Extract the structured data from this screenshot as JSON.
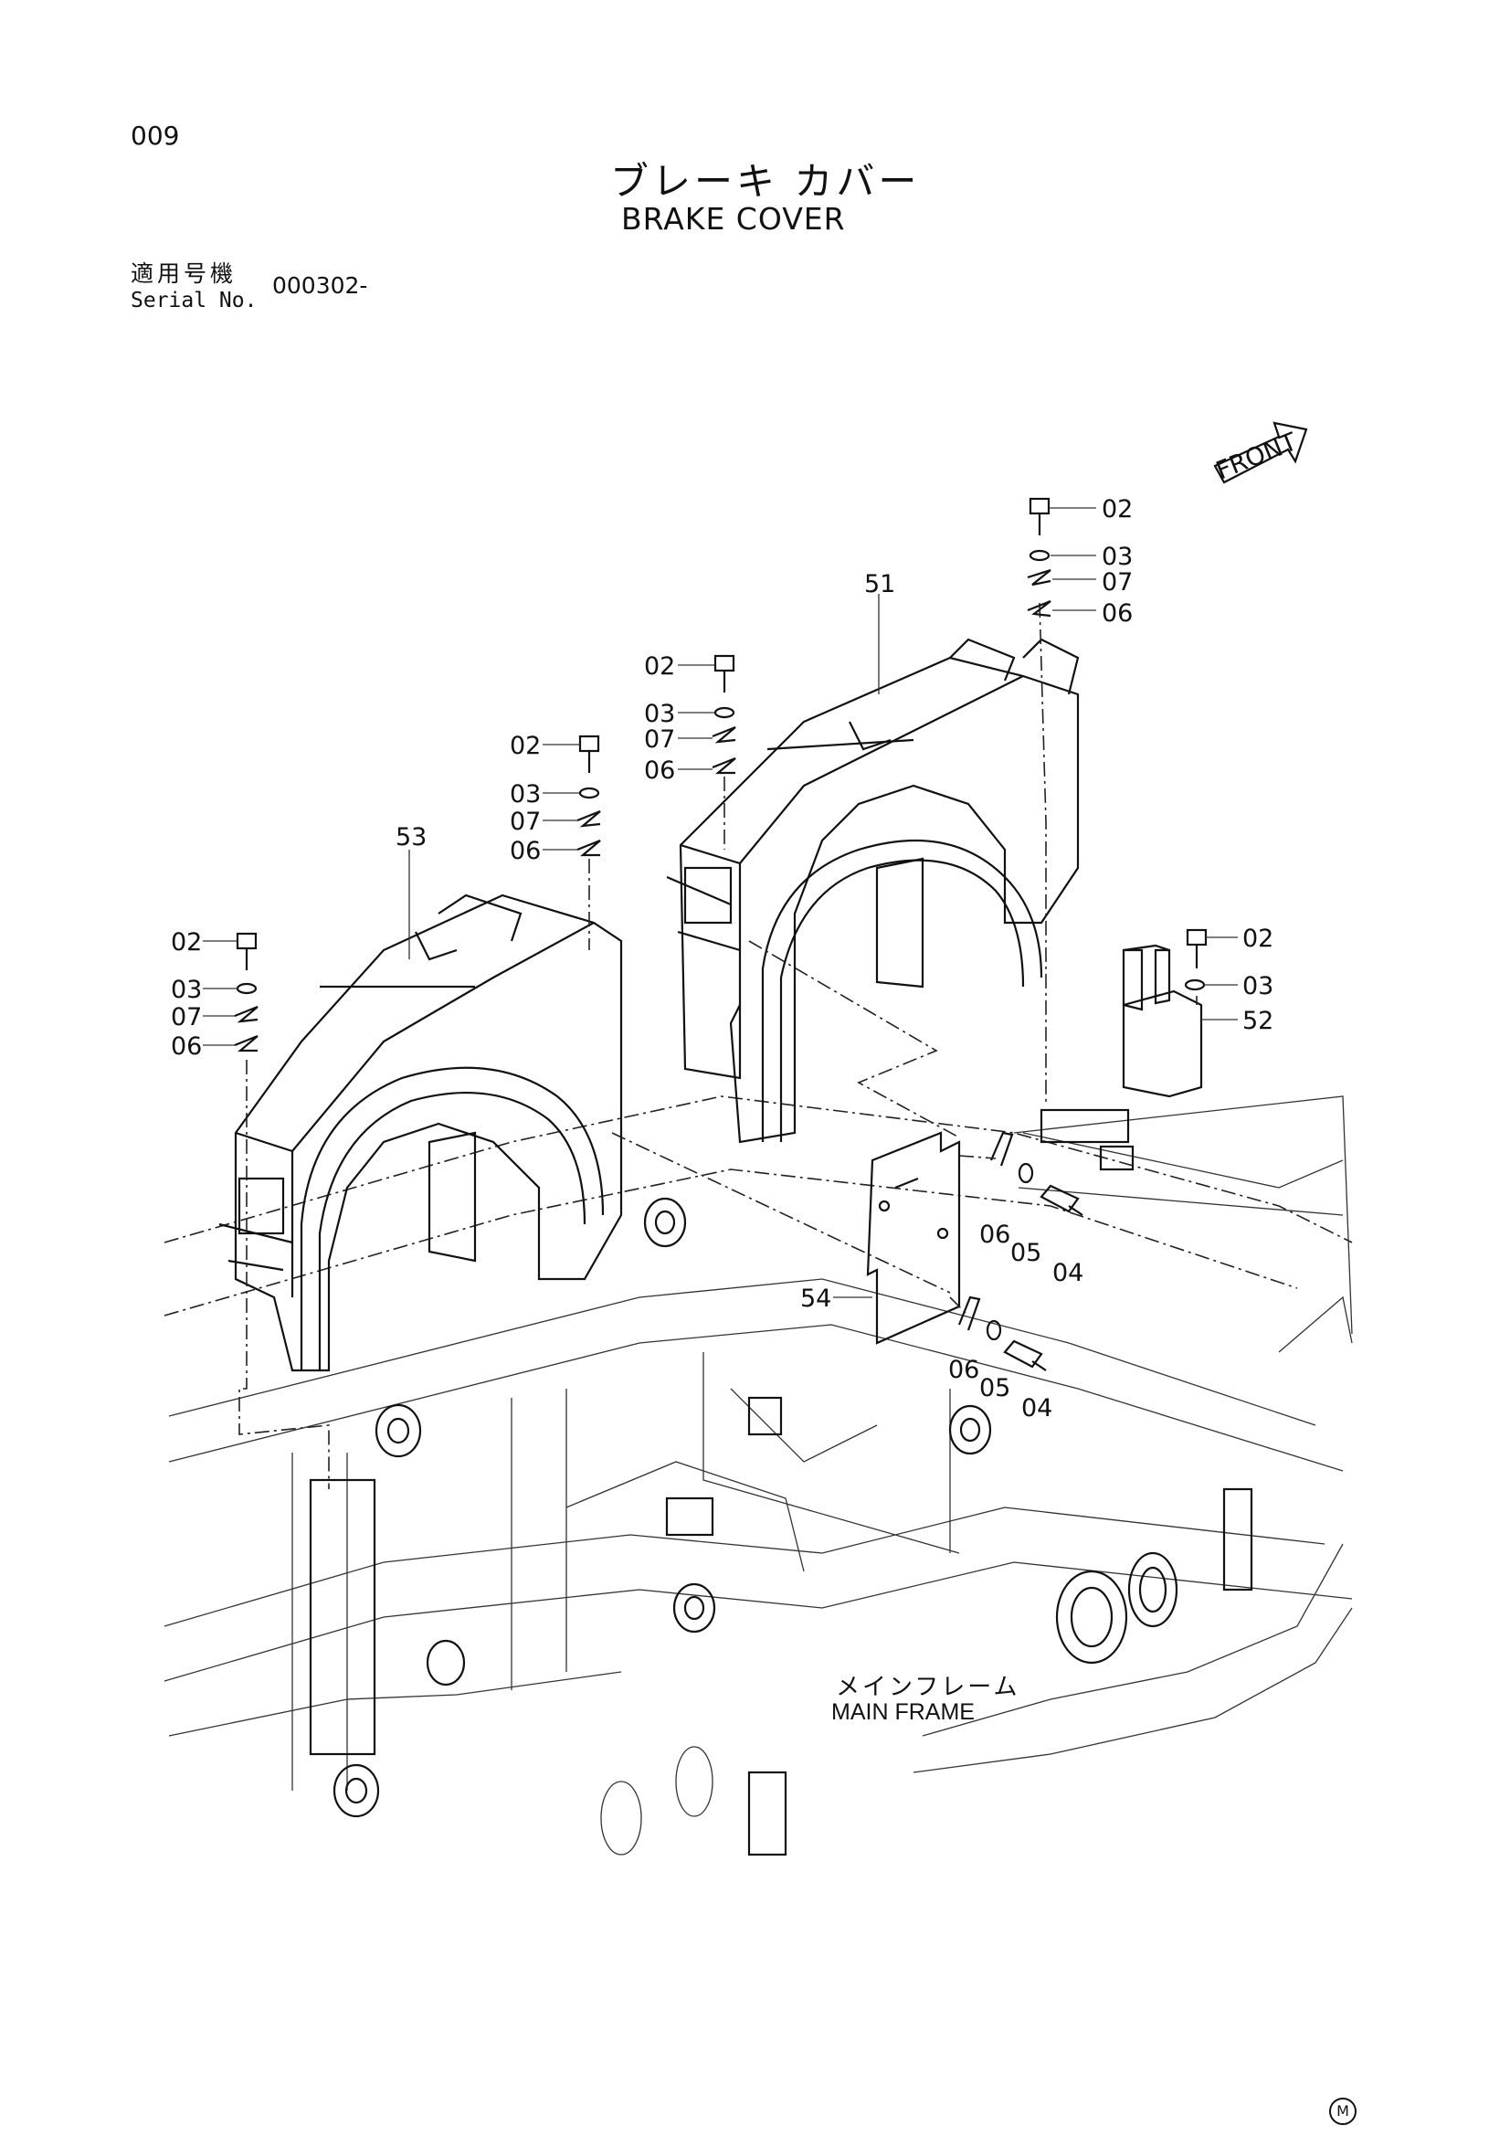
{
  "header": {
    "page_number": "009",
    "title_jp": "ブレーキ カバー",
    "title_en": "BRAKE COVER"
  },
  "serial": {
    "label_jp": "適用号機",
    "label_en": "Serial No.",
    "value": "000302-"
  },
  "front_label": "FRONT",
  "main_frame": {
    "label_jp": "メインフレーム",
    "label_en": "MAIN FRAME"
  },
  "maker_mark": "M",
  "parts": [
    {
      "id": "p02a",
      "label": "02"
    },
    {
      "id": "p03a",
      "label": "03"
    },
    {
      "id": "p07a",
      "label": "07"
    },
    {
      "id": "p06a",
      "label": "06"
    },
    {
      "id": "p51",
      "label": "51"
    },
    {
      "id": "p02b",
      "label": "02"
    },
    {
      "id": "p03b",
      "label": "03"
    },
    {
      "id": "p07b",
      "label": "07"
    },
    {
      "id": "p06b",
      "label": "06"
    },
    {
      "id": "p02c",
      "label": "02"
    },
    {
      "id": "p03c",
      "label": "03"
    },
    {
      "id": "p07c",
      "label": "07"
    },
    {
      "id": "p06c",
      "label": "06"
    },
    {
      "id": "p53",
      "label": "53"
    },
    {
      "id": "p02d",
      "label": "02"
    },
    {
      "id": "p03d",
      "label": "03"
    },
    {
      "id": "p07d",
      "label": "07"
    },
    {
      "id": "p06d",
      "label": "06"
    },
    {
      "id": "p02e",
      "label": "02"
    },
    {
      "id": "p03e",
      "label": "03"
    },
    {
      "id": "p52",
      "label": "52"
    },
    {
      "id": "p06e",
      "label": "06"
    },
    {
      "id": "p05e",
      "label": "05"
    },
    {
      "id": "p04e",
      "label": "04"
    },
    {
      "id": "p54",
      "label": "54"
    },
    {
      "id": "p06f",
      "label": "06"
    },
    {
      "id": "p05f",
      "label": "05"
    },
    {
      "id": "p04f",
      "label": "04"
    }
  ]
}
